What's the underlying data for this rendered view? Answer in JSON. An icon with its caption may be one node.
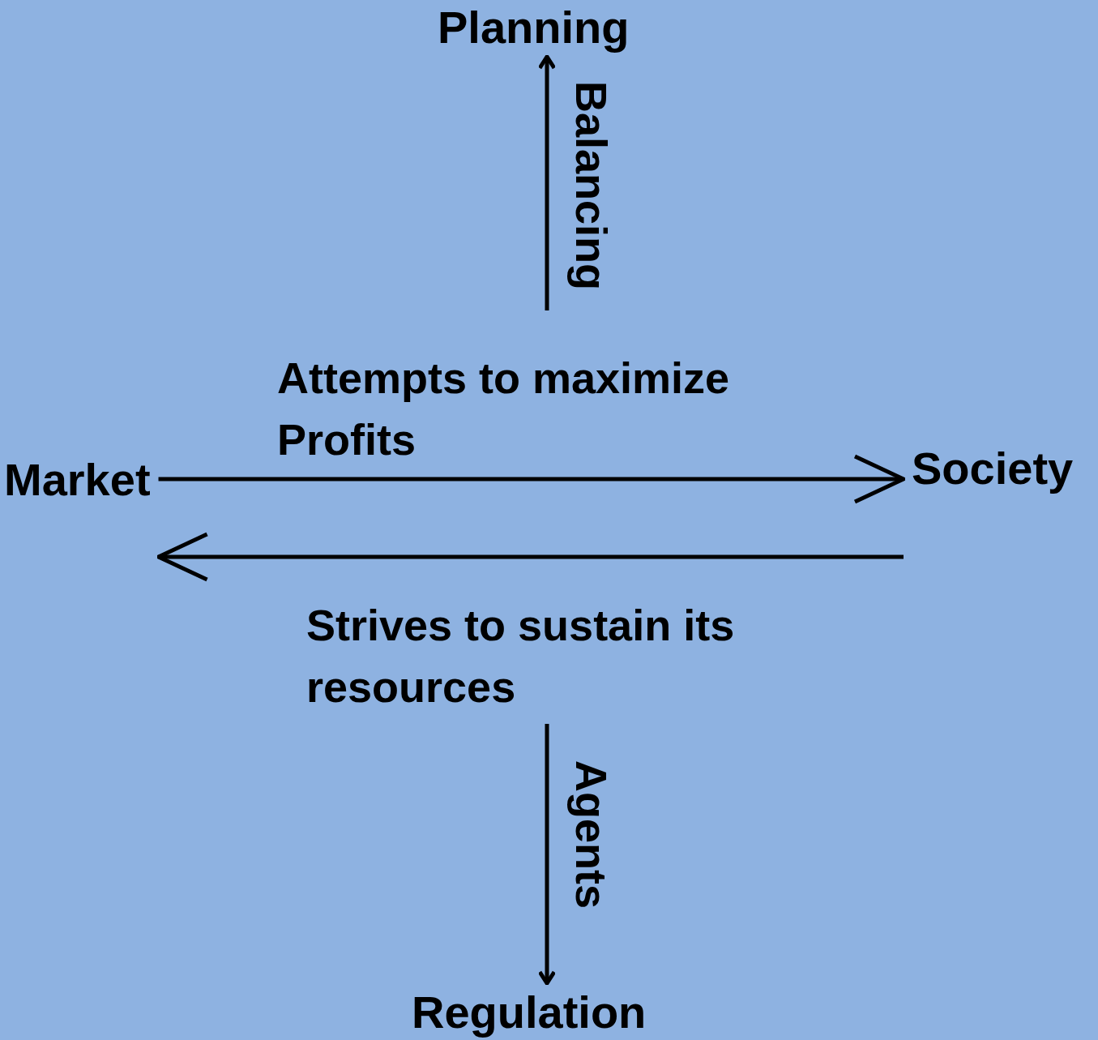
{
  "diagram": {
    "nodes": [
      {
        "text": [
          "Planning"
        ]
      },
      {
        "text": [
          "Market"
        ]
      },
      {
        "text": [
          "Society"
        ]
      },
      {
        "text": [
          "Regulation"
        ]
      }
    ],
    "edges": [
      {
        "from": null,
        "to": 0,
        "arrow": "to",
        "label": "Balancing"
      },
      {
        "from": 1,
        "to": 2,
        "arrow": "to",
        "label": "Attempts to maximize Profits"
      },
      {
        "from": 2,
        "to": 1,
        "arrow": "to",
        "label": "Strives to sustain its resources"
      },
      {
        "from": null,
        "to": 3,
        "arrow": "to",
        "label": "Agents"
      }
    ]
  }
}
